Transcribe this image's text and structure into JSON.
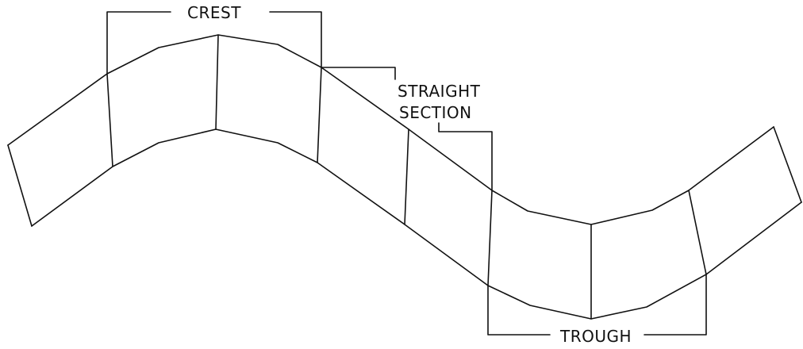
{
  "labels": {
    "crest": "CREST",
    "straight_line_1": "STRAIGHT",
    "straight_line_2": "SECTION",
    "trough": "TROUGH"
  }
}
